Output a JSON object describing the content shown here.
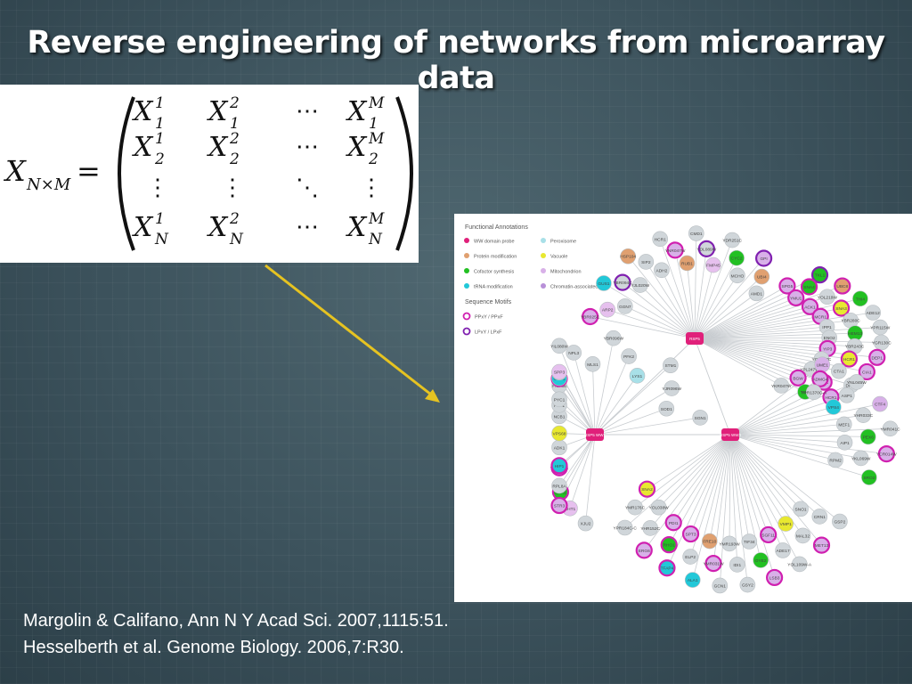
{
  "slide": {
    "title": "Reverse engineering of networks from microarray data",
    "citations": [
      "Margolin & Califano, Ann N Y Acad Sci. 2007,1115:51.",
      "Hesselberth et al. Genome Biology. 2006,7:R30."
    ]
  },
  "equation": {
    "lhs_symbol": "X",
    "lhs_subscript": "N×M",
    "equals": "=",
    "rows": [
      [
        {
          "b": "X",
          "sub": "1",
          "sup": "1"
        },
        {
          "b": "X",
          "sub": "1",
          "sup": "2"
        },
        {
          "dots": "⋯"
        },
        {
          "b": "X",
          "sub": "1",
          "sup": "M"
        }
      ],
      [
        {
          "b": "X",
          "sub": "2",
          "sup": "1"
        },
        {
          "b": "X",
          "sub": "2",
          "sup": "2"
        },
        {
          "dots": "⋯"
        },
        {
          "b": "X",
          "sub": "2",
          "sup": "M"
        }
      ],
      [
        {
          "dots": "⋮"
        },
        {
          "dots": "⋮"
        },
        {
          "dots": "⋱"
        },
        {
          "dots": "⋮"
        }
      ],
      [
        {
          "b": "X",
          "sub": "N",
          "sup": "1"
        },
        {
          "b": "X",
          "sub": "N",
          "sup": "2"
        },
        {
          "dots": "⋯"
        },
        {
          "b": "X",
          "sub": "N",
          "sup": "M"
        }
      ]
    ]
  },
  "network": {
    "legend": {
      "functional_title": "Functional Annotations",
      "functional_items": [
        {
          "label": "WW domain probe",
          "color": "#e0207a"
        },
        {
          "label": "Protein modification",
          "color": "#e0a070"
        },
        {
          "label": "Cofactor synthesis",
          "color": "#22c022"
        },
        {
          "label": "tRNA modification",
          "color": "#22c8d8"
        },
        {
          "label": "Peroxisome",
          "color": "#a8e0e8"
        },
        {
          "label": "Vacuole",
          "color": "#e8e830"
        },
        {
          "label": "Mitochondrion",
          "color": "#d8b0e8"
        },
        {
          "label": "Chromatin-associated",
          "color": "#b890d8"
        }
      ],
      "motif_title": "Sequence Motifs",
      "motif_items": [
        {
          "label": "PPxY / PPxF",
          "color": "#d020b0"
        },
        {
          "label": "LPxY / LPxF",
          "color": "#8020b0"
        }
      ]
    },
    "hubs": [
      {
        "id": "h1",
        "label": "RSP5",
        "color": "#e0207a"
      },
      {
        "id": "h2",
        "label": "RSP5 WW1",
        "color": "#e0207a"
      },
      {
        "id": "h3",
        "label": "RSP5 WW3",
        "color": "#e0207a"
      }
    ],
    "nodes": [
      {
        "label": "YBR025C",
        "color": "#d8b0e8",
        "ring": "#d020b0",
        "hub": "h1"
      },
      {
        "label": "ARP2",
        "color": "#e6c0ee",
        "ring": "",
        "hub": "h1"
      },
      {
        "label": "GGN7",
        "color": "#d0d6da",
        "ring": "",
        "hub": "h1"
      },
      {
        "label": "GUS1",
        "color": "#22c8d8",
        "ring": "",
        "hub": "h1"
      },
      {
        "label": "YBR094C",
        "color": "#d0d6da",
        "ring": "#8020b0",
        "hub": "h1"
      },
      {
        "label": "YJL020W",
        "color": "#d0d6da",
        "ring": "",
        "hub": "h1"
      },
      {
        "label": "HSP104",
        "color": "#e0a070",
        "ring": "",
        "hub": "h1"
      },
      {
        "label": "SIP2",
        "color": "#d0d6da",
        "ring": "",
        "hub": "h1"
      },
      {
        "label": "ADH2",
        "color": "#d0d6da",
        "ring": "",
        "hub": "h1"
      },
      {
        "label": "HCR1",
        "color": "#d0d6da",
        "ring": "",
        "hub": "h1"
      },
      {
        "label": "YNR047W",
        "color": "#d8b0e8",
        "ring": "#d020b0",
        "hub": "h1"
      },
      {
        "label": "RUB1",
        "color": "#e0a070",
        "ring": "",
        "hub": "h1"
      },
      {
        "label": "CMD1",
        "color": "#d0d6da",
        "ring": "",
        "hub": "h1"
      },
      {
        "label": "YDL089W",
        "color": "#d0d6da",
        "ring": "#8020b0",
        "hub": "h1"
      },
      {
        "label": "FMP45",
        "color": "#e6c0ee",
        "ring": "",
        "hub": "h1"
      },
      {
        "label": "YDR251C",
        "color": "#d0d6da",
        "ring": "",
        "hub": "h1"
      },
      {
        "label": "CYC2",
        "color": "#22c022",
        "ring": "",
        "hub": "h1"
      },
      {
        "label": "MCHO",
        "color": "#d0d6da",
        "ring": "",
        "hub": "h1"
      },
      {
        "label": "GPI",
        "color": "#d8b0e8",
        "ring": "#8020b0",
        "hub": "h1"
      },
      {
        "label": "UBI4",
        "color": "#e0a070",
        "ring": "",
        "hub": "h1"
      },
      {
        "label": "AMD1",
        "color": "#d0d6da",
        "ring": "",
        "hub": "h1"
      },
      {
        "label": "SPG5",
        "color": "#d8b0e8",
        "ring": "#d020b0",
        "hub": "h1"
      },
      {
        "label": "TKL1",
        "color": "#22c022",
        "ring": "#8020b0",
        "hub": "h1"
      },
      {
        "label": "SNA4",
        "color": "#22c022",
        "ring": "#d020b0",
        "hub": "h1"
      },
      {
        "label": "YMU1",
        "color": "#d8b0e8",
        "ring": "#d020b0",
        "hub": "h1"
      },
      {
        "label": "UBC8",
        "color": "#e0a070",
        "ring": "#d020b0",
        "hub": "h1"
      },
      {
        "label": "YOL219W",
        "color": "#d0d6da",
        "ring": "",
        "hub": "h1"
      },
      {
        "label": "ACK1",
        "color": "#d8b0e8",
        "ring": "#d020b0",
        "hub": "h1"
      },
      {
        "label": "THI4",
        "color": "#22c022",
        "ring": "",
        "hub": "h1"
      },
      {
        "label": "SNA3",
        "color": "#e8e830",
        "ring": "#d020b0",
        "hub": "h1"
      },
      {
        "label": "MCR1",
        "color": "#d8b0e8",
        "ring": "#d020b0",
        "hub": "h1"
      },
      {
        "label": "ADE12",
        "color": "#d0d6da",
        "ring": "",
        "hub": "h1"
      },
      {
        "label": "YBR280C",
        "color": "#d0d6da",
        "ring": "",
        "hub": "h1"
      },
      {
        "label": "IPP1",
        "color": "#d0d6da",
        "ring": "",
        "hub": "h1"
      },
      {
        "label": "YPR115W",
        "color": "#d0d6da",
        "ring": "",
        "hub": "h1"
      },
      {
        "label": "HEM13",
        "color": "#22c022",
        "ring": "",
        "hub": "h1"
      },
      {
        "label": "ENO2",
        "color": "#d0d6da",
        "ring": "",
        "hub": "h1"
      },
      {
        "label": "YGR130C",
        "color": "#d0d6da",
        "ring": "",
        "hub": "h1"
      },
      {
        "label": "YBR243C",
        "color": "#d0d6da",
        "ring": "",
        "hub": "h1"
      },
      {
        "label": "YIP3",
        "color": "#d8b0e8",
        "ring": "#d020b0",
        "hub": "h1"
      },
      {
        "label": "DEP1",
        "color": "#d8b0e8",
        "ring": "#d020b0",
        "hub": "h1"
      },
      {
        "label": "HCR1",
        "color": "#e8e830",
        "ring": "#d020b0",
        "hub": "h1"
      },
      {
        "label": "YGR237C",
        "color": "#d0d6da",
        "ring": "",
        "hub": "h1"
      },
      {
        "label": "CIA1",
        "color": "#d8b0e8",
        "ring": "#d020b0",
        "hub": "h1"
      },
      {
        "label": "CTA1",
        "color": "#d0d6da",
        "ring": "",
        "hub": "h1"
      },
      {
        "label": "YPL247W-A",
        "color": "#d0d6da",
        "ring": "",
        "hub": "h1"
      },
      {
        "label": "DPH1",
        "color": "#d0d6da",
        "ring": "",
        "hub": "h1"
      },
      {
        "label": "FOX",
        "color": "#d8b0e8",
        "ring": "#d020b0",
        "hub": "h1"
      },
      {
        "label": "BGW",
        "color": "#d8b0e8",
        "ring": "#d020b0",
        "hub": "h1"
      },
      {
        "label": "HCR1",
        "color": "#d8b0e8",
        "ring": "#d020b0",
        "hub": "h1"
      },
      {
        "label": "THI5",
        "color": "#22c022",
        "ring": "",
        "hub": "h1"
      },
      {
        "label": "YKR047W",
        "color": "#d0d6da",
        "ring": "",
        "hub": "h1"
      },
      {
        "label": "FMP36",
        "color": "#d0d6da",
        "ring": "",
        "hub": "h2"
      },
      {
        "label": "SPT3",
        "color": "#d8b0e8",
        "ring": "#d020b0",
        "hub": "h2"
      },
      {
        "label": "GUS1",
        "color": "#22c8d8",
        "ring": "",
        "hub": "h2"
      },
      {
        "label": "YIL080W",
        "color": "#d0d6da",
        "ring": "",
        "hub": "h2"
      },
      {
        "label": "NPL3",
        "color": "#d0d6da",
        "ring": "",
        "hub": "h2"
      },
      {
        "label": "MLS1",
        "color": "#d0d6da",
        "ring": "",
        "hub": "h2"
      },
      {
        "label": "YBR096W",
        "color": "#d0d6da",
        "ring": "",
        "hub": "h2"
      },
      {
        "label": "PFK2",
        "color": "#d0d6da",
        "ring": "",
        "hub": "h2"
      },
      {
        "label": "LYS1",
        "color": "#a8e0e8",
        "ring": "",
        "hub": "h2"
      },
      {
        "label": "STM1",
        "color": "#d0d6da",
        "ring": "",
        "hub": "h2"
      },
      {
        "label": "YJR096W",
        "color": "#d0d6da",
        "ring": "",
        "hub": "h2"
      },
      {
        "label": "SOD1",
        "color": "#d0d6da",
        "ring": "",
        "hub": "h2"
      },
      {
        "label": "SGN1",
        "color": "#d0d6da",
        "ring": "",
        "hub": "h2"
      },
      {
        "label": "XJU2",
        "color": "#d0d6da",
        "ring": "",
        "hub": "h2"
      },
      {
        "label": "CHT1",
        "color": "#e6c0ee",
        "ring": "",
        "hub": "h2"
      },
      {
        "label": "UFR1",
        "color": "#22c022",
        "ring": "#d020b0",
        "hub": "h2"
      },
      {
        "label": "STR3",
        "color": "#d8b0e8",
        "ring": "#d020b0",
        "hub": "h2"
      },
      {
        "label": "RPL8A",
        "color": "#d0d6da",
        "ring": "",
        "hub": "h2"
      },
      {
        "label": "YPL077C",
        "color": "#d8b0e8",
        "ring": "#d020b0",
        "hub": "h2"
      },
      {
        "label": "HIP1",
        "color": "#22c8d8",
        "ring": "#d020b0",
        "hub": "h2"
      },
      {
        "label": "ADK1",
        "color": "#d0d6da",
        "ring": "",
        "hub": "h2"
      },
      {
        "label": "VPS68",
        "color": "#e8e830",
        "ring": "",
        "hub": "h2"
      },
      {
        "label": "NCB1",
        "color": "#d0d6da",
        "ring": "",
        "hub": "h2"
      },
      {
        "label": "PTP1",
        "color": "#d0d6da",
        "ring": "",
        "hub": "h2"
      },
      {
        "label": "PYC1",
        "color": "#d0d6da",
        "ring": "",
        "hub": "h2"
      },
      {
        "label": "LYS4",
        "color": "#d0d6da",
        "ring": "",
        "hub": "h2"
      },
      {
        "label": "SPP3",
        "color": "#e6c0ee",
        "ring": "",
        "hub": "h2"
      },
      {
        "label": "UME1",
        "color": "#d8b0e8",
        "ring": "",
        "hub": "h3"
      },
      {
        "label": "ADMG4",
        "color": "#d8b0e8",
        "ring": "#d020b0",
        "hub": "h3"
      },
      {
        "label": "YPR1370C-A",
        "color": "#d0d6da",
        "ring": "",
        "hub": "h3"
      },
      {
        "label": "YNL045W",
        "color": "#d0d6da",
        "ring": "",
        "hub": "h3"
      },
      {
        "label": "ASP1",
        "color": "#d0d6da",
        "ring": "",
        "hub": "h3"
      },
      {
        "label": "VPS4",
        "color": "#22c8d8",
        "ring": "",
        "hub": "h3"
      },
      {
        "label": "CTF4",
        "color": "#d8b0e8",
        "ring": "",
        "hub": "h3"
      },
      {
        "label": "YHR033C",
        "color": "#d0d6da",
        "ring": "",
        "hub": "h3"
      },
      {
        "label": "MEF1",
        "color": "#d0d6da",
        "ring": "",
        "hub": "h3"
      },
      {
        "label": "YMR041C",
        "color": "#d0d6da",
        "ring": "",
        "hub": "h3"
      },
      {
        "label": "PEX6",
        "color": "#22c022",
        "ring": "",
        "hub": "h3"
      },
      {
        "label": "AIP1",
        "color": "#d0d6da",
        "ring": "",
        "hub": "h3"
      },
      {
        "label": "YCR014W",
        "color": "#d8b0e8",
        "ring": "#d020b0",
        "hub": "h3"
      },
      {
        "label": "YKL069W",
        "color": "#d0d6da",
        "ring": "",
        "hub": "h3"
      },
      {
        "label": "RPM2",
        "color": "#d0d6da",
        "ring": "",
        "hub": "h3"
      },
      {
        "label": "SRO2",
        "color": "#22c022",
        "ring": "",
        "hub": "h3"
      },
      {
        "label": "GSP2",
        "color": "#d0d6da",
        "ring": "",
        "hub": "h3"
      },
      {
        "label": "CRN1",
        "color": "#d0d6da",
        "ring": "",
        "hub": "h3"
      },
      {
        "label": "SNO1",
        "color": "#d0d6da",
        "ring": "",
        "hub": "h3"
      },
      {
        "label": "MET13",
        "color": "#d8b0e8",
        "ring": "#d020b0",
        "hub": "h3"
      },
      {
        "label": "MAL32",
        "color": "#d0d6da",
        "ring": "",
        "hub": "h3"
      },
      {
        "label": "VMP1",
        "color": "#e8e830",
        "ring": "",
        "hub": "h3"
      },
      {
        "label": "YOL109W-A",
        "color": "#d0d6da",
        "ring": "",
        "hub": "h3"
      },
      {
        "label": "ADE17",
        "color": "#d0d6da",
        "ring": "",
        "hub": "h3"
      },
      {
        "label": "SGF11",
        "color": "#d8b0e8",
        "ring": "#d020b0",
        "hub": "h3"
      },
      {
        "label": "LSB3",
        "color": "#d8b0e8",
        "ring": "#d020b0",
        "hub": "h3"
      },
      {
        "label": "OYE2",
        "color": "#22c022",
        "ring": "",
        "hub": "h3"
      },
      {
        "label": "TIF34",
        "color": "#d0d6da",
        "ring": "",
        "hub": "h3"
      },
      {
        "label": "GSY2",
        "color": "#d0d6da",
        "ring": "",
        "hub": "h3"
      },
      {
        "label": "IDI1",
        "color": "#d0d6da",
        "ring": "",
        "hub": "h3"
      },
      {
        "label": "YMR193W",
        "color": "#d0d6da",
        "ring": "",
        "hub": "h3"
      },
      {
        "label": "GCN1",
        "color": "#d0d6da",
        "ring": "",
        "hub": "h3"
      },
      {
        "label": "YMR031W",
        "color": "#d8b0e8",
        "ring": "#d020b0",
        "hub": "h3"
      },
      {
        "label": "FRE10",
        "color": "#e0a070",
        "ring": "",
        "hub": "h3"
      },
      {
        "label": "ALA1",
        "color": "#22c8d8",
        "ring": "",
        "hub": "h3"
      },
      {
        "label": "ELP2",
        "color": "#d0d6da",
        "ring": "",
        "hub": "h3"
      },
      {
        "label": "SPT3",
        "color": "#d8b0e8",
        "ring": "#d020b0",
        "hub": "h3"
      },
      {
        "label": "TFAP4",
        "color": "#22c8d8",
        "ring": "#d020b0",
        "hub": "h3"
      },
      {
        "label": "RHO1",
        "color": "#22c022",
        "ring": "#d020b0",
        "hub": "h3"
      },
      {
        "label": "PDI1",
        "color": "#d8b0e8",
        "ring": "#d020b0",
        "hub": "h3"
      },
      {
        "label": "ERG6",
        "color": "#d8b0e8",
        "ring": "#d020b0",
        "hub": "h3"
      },
      {
        "label": "YHR152C",
        "color": "#d0d6da",
        "ring": "",
        "hub": "h3"
      },
      {
        "label": "YOL038W",
        "color": "#d0d6da",
        "ring": "",
        "hub": "h3"
      },
      {
        "label": "YPR184C-C",
        "color": "#d0d6da",
        "ring": "",
        "hub": "h3"
      },
      {
        "label": "YMR176C",
        "color": "#d0d6da",
        "ring": "",
        "hub": "h3"
      },
      {
        "label": "SNA2",
        "color": "#e8e830",
        "ring": "#d020b0",
        "hub": "h3"
      }
    ]
  },
  "colors": {
    "title": "#ffffff",
    "arrow": "#e6c321",
    "edge": "#c8ccd0"
  }
}
